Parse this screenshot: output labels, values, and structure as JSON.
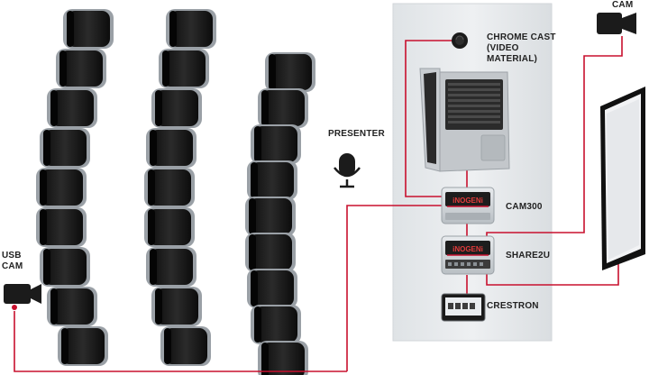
{
  "labels": {
    "chromecast": "CHROME CAST (VIDEO MATERIAL)",
    "cam": "CAM",
    "presenter": "PRESENTER",
    "cam300": "CAM300",
    "share2u": "SHARE2U",
    "crestron": "CRESTRON",
    "usb_cam": "USB CAM"
  },
  "device_brand": "iNOGENi",
  "colors": {
    "cable": "#c8102e",
    "rack_panel": "#e4e7ea",
    "chair": "#1a1a1a",
    "chair_frame": "#9aa0a6",
    "device_body": "#cdd2d6"
  },
  "icons": {
    "chromecast": "chromecast-icon",
    "cam": "video-camera-icon",
    "usb_cam": "video-camera-icon",
    "presenter": "microphone-icon",
    "laptop": "laptop-icon",
    "display": "display-screen-icon",
    "crestron": "touch-panel-icon"
  }
}
